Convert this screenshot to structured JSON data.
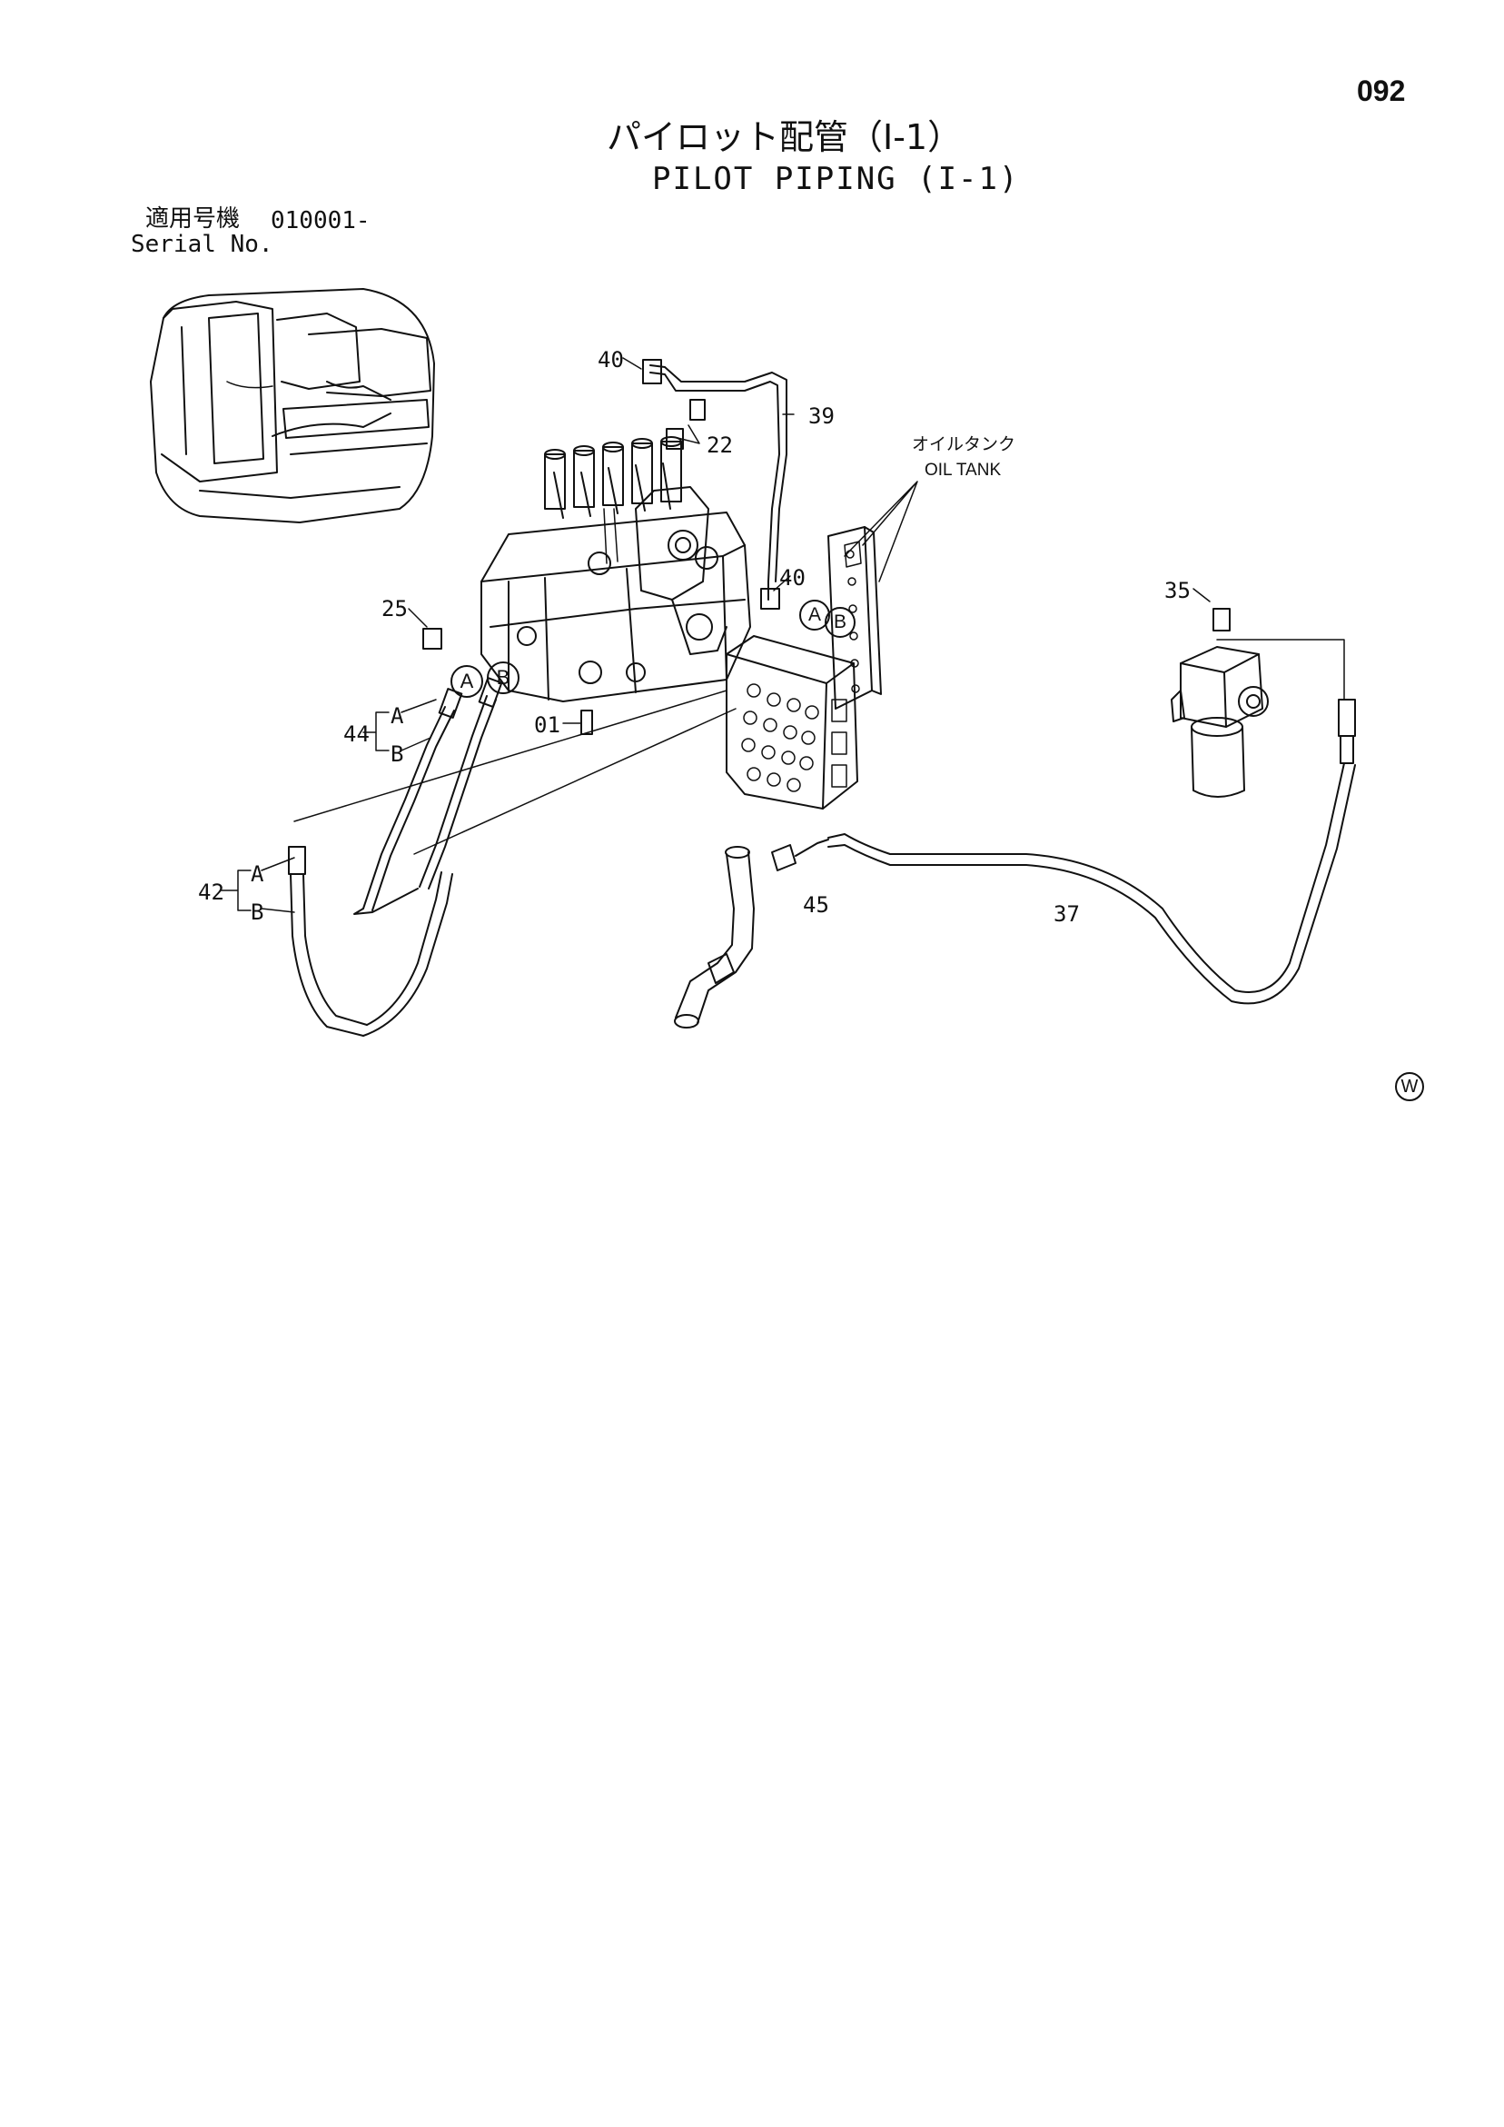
{
  "page_number": "092",
  "title": {
    "ja": "パイロット配管（Ⅰ-1）",
    "en": "PILOT PIPING (I-1)"
  },
  "serial": {
    "label_ja": "適用号機",
    "label_en": "Serial No.",
    "value": "010001-"
  },
  "oil_tank": {
    "ja": "オイルタンク",
    "en": "OIL TANK"
  },
  "callouts": {
    "c40a": "40",
    "c39": "39",
    "c22": "22",
    "c40b": "40",
    "c35": "35",
    "c25": "25",
    "c44": "44",
    "c44a": "A",
    "c44b": "B",
    "c01": "01",
    "c42": "42",
    "c42a": "A",
    "c42b": "B",
    "c45": "45",
    "c37": "37"
  },
  "port_markers": {
    "a": "A",
    "b": "B"
  },
  "watermark": "W"
}
